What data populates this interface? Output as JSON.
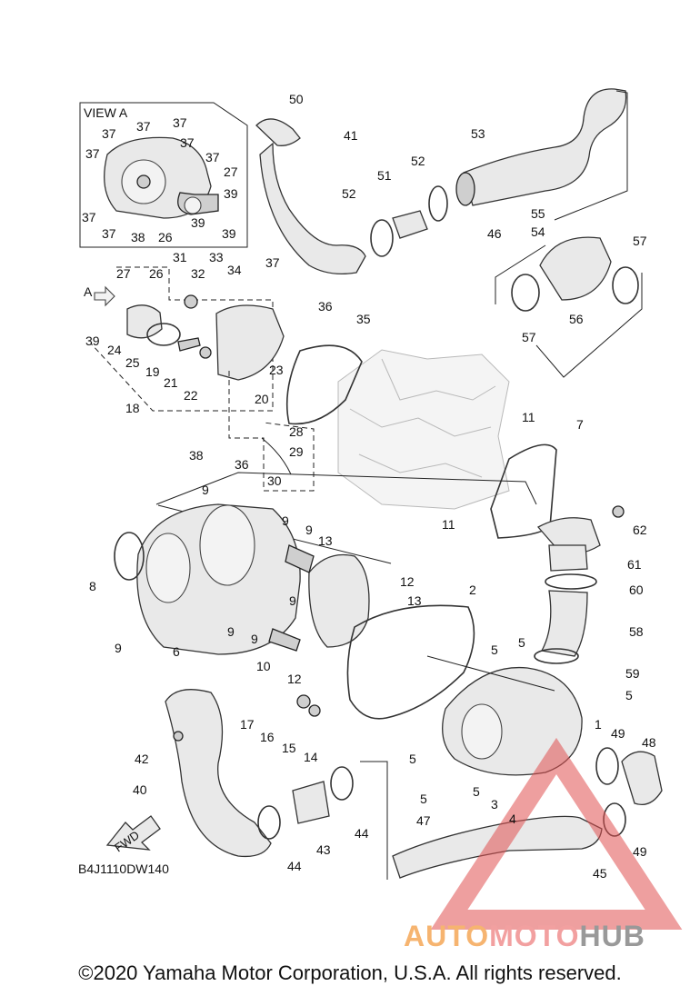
{
  "view_label": "VIEW A",
  "arrow_label": "A",
  "fwd_label": "FWD",
  "drawing_code": "B4J1110DW140",
  "copyright": "©2020 Yamaha Motor Corporation, U.S.A. All rights reserved.",
  "watermark": {
    "auto": "AUTO",
    "moto": "MOTO",
    "hub": "HUB",
    "colors": {
      "auto": "#f6b470",
      "moto": "#f2a0a0",
      "hub": "#999999",
      "triangle": "#e05050"
    }
  },
  "callouts": {
    "c50": "50",
    "c41": "41",
    "c53": "53",
    "c52a": "52",
    "c51": "51",
    "c52b": "52",
    "c46": "46",
    "c55": "55",
    "c54": "54",
    "c57a": "57",
    "c56": "56",
    "c57b": "57",
    "c31": "31",
    "c32": "32",
    "c33": "33",
    "c34": "34",
    "c37": "37",
    "c36a": "36",
    "c35": "35",
    "c27": "27",
    "c26": "26",
    "c39": "39",
    "c24": "24",
    "c25": "25",
    "c19": "19",
    "c21": "21",
    "c22": "22",
    "c18": "18",
    "c23": "23",
    "c20": "20",
    "c28": "28",
    "c29": "29",
    "c30": "30",
    "c38": "38",
    "c36b": "36",
    "c11a": "11",
    "c7": "7",
    "c11b": "11",
    "c9a": "9",
    "c9b": "9",
    "c9c": "9",
    "c13a": "13",
    "c12a": "12",
    "c13b": "13",
    "c8": "8",
    "c9d": "9",
    "c9e": "9",
    "c9f": "9",
    "c9g": "9",
    "c6": "6",
    "c10": "10",
    "c12b": "12",
    "c2": "2",
    "c62": "62",
    "c61": "61",
    "c60": "60",
    "c58": "58",
    "c5a": "5",
    "c5b": "5",
    "c59": "59",
    "c5c": "5",
    "c1": "1",
    "c17": "17",
    "c16": "16",
    "c15": "15",
    "c14": "14",
    "c42": "42",
    "c40": "40",
    "c5d": "5",
    "c5e": "5",
    "c5f": "5",
    "c49a": "49",
    "c48": "48",
    "c3": "3",
    "c4": "4",
    "c47": "47",
    "c49b": "49",
    "c45": "45",
    "c44a": "44",
    "c43": "43",
    "c44b": "44",
    "v37a": "37",
    "v37b": "37",
    "v37c": "37",
    "v37d": "37",
    "v37e": "37",
    "v37f": "37",
    "v37g": "37",
    "v37h": "37",
    "v27": "27",
    "v39a": "39",
    "v39b": "39",
    "v39c": "39",
    "v38": "38",
    "v26": "26"
  }
}
